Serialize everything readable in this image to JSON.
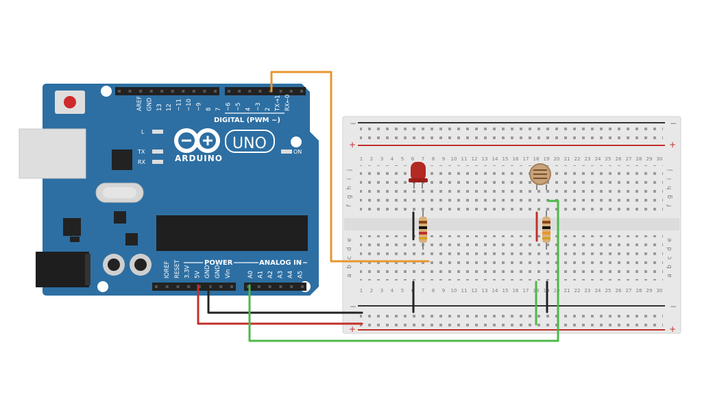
{
  "board": {
    "digital_pins": [
      "AREF",
      "GND",
      "13",
      "12",
      "~11",
      "~10",
      "~9",
      "8",
      "7",
      "~6",
      "~5",
      "4",
      "~3",
      "2",
      "TX→1",
      "RX←0"
    ],
    "digital_header": "DIGITAL (PWM ~)",
    "brand": "ARDUINO",
    "model": "UNO",
    "led_l": "L",
    "led_tx": "TX",
    "led_rx": "RX",
    "led_on": "ON",
    "power_header": "POWER",
    "power_pins": [
      "IOREF",
      "RESET",
      "3.3V",
      "5V",
      "GND",
      "GND",
      "Vin"
    ],
    "analog_header": "ANALOG IN",
    "analog_pins": [
      "A0",
      "A1",
      "A2",
      "A3",
      "A4",
      "A5"
    ]
  },
  "breadboard": {
    "rows_top": [
      "j",
      "i",
      "h",
      "g",
      "f"
    ],
    "rows_bottom": [
      "e",
      "d",
      "c",
      "b",
      "a"
    ],
    "column_count": 30,
    "rail_minus": "−",
    "rail_plus": "+"
  },
  "colors": {
    "board": "#2d6fa3",
    "wire_orange": "#e8962f",
    "wire_red": "#c0302a",
    "wire_black": "#222222",
    "wire_green": "#4cb848"
  }
}
